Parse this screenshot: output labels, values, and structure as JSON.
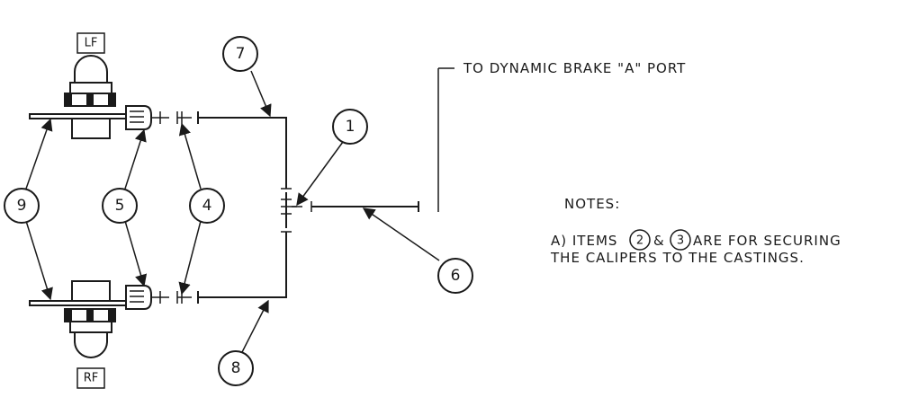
{
  "tags": {
    "lf": "LF",
    "rf": "RF"
  },
  "callouts": {
    "c1": "1",
    "c4": "4",
    "c5": "5",
    "c6": "6",
    "c7": "7",
    "c8": "8",
    "c9": "9"
  },
  "port_label": "TO DYNAMIC BRAKE \"A\" PORT",
  "notes": {
    "heading": "NOTES:",
    "line1_pre": "A) ITEMS",
    "item_a": "2",
    "amp": "&",
    "item_b": "3",
    "line1_post": "ARE FOR SECURING",
    "line2": "THE CALIPERS TO THE CASTINGS."
  },
  "colors": {
    "ink": "#1a1a1a",
    "paper": "#ffffff"
  }
}
